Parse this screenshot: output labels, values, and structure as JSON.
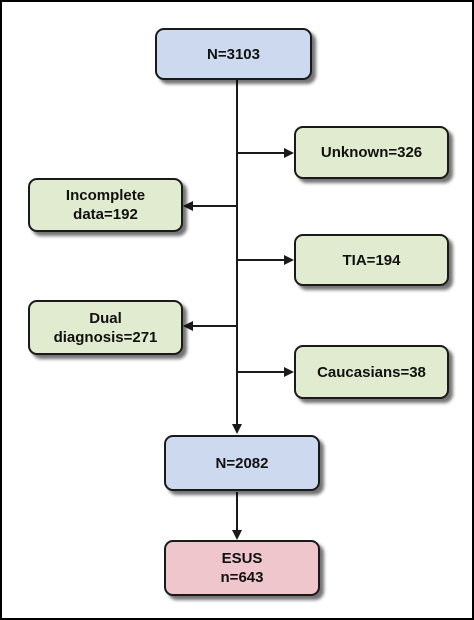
{
  "boxes": {
    "total": {
      "text": "N=3103"
    },
    "unknown": {
      "text": "Unknown=326"
    },
    "incomplete": {
      "text": "Incomplete\ndata=192"
    },
    "tia": {
      "text": "TIA=194"
    },
    "dual": {
      "text": "Dual\ndiagnosis=271"
    },
    "caucasians": {
      "text": "Caucasians=38"
    },
    "remaining": {
      "text": "N=2082"
    },
    "esus": {
      "text": "ESUS\nn=643"
    }
  },
  "colors": {
    "main_box": "#cdd9ee",
    "excluded_box": "#e1ebcf",
    "final_box": "#efc6cb",
    "line": "#1a1a1a"
  }
}
